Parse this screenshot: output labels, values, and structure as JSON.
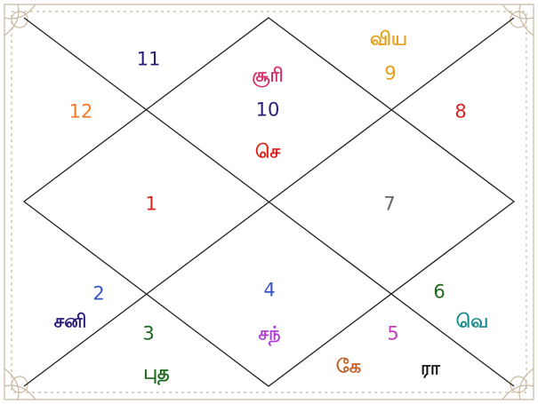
{
  "chart_data": {
    "type": "diagram",
    "title": "",
    "houses": [
      {
        "house": 1,
        "number": "1",
        "number_color": "#d7261e",
        "planets": []
      },
      {
        "house": 2,
        "number": "2",
        "number_color": "#3b55c8",
        "planets": [
          {
            "name": "சனி",
            "color": "#2b1a7a"
          }
        ]
      },
      {
        "house": 3,
        "number": "3",
        "number_color": "#1d6b1d",
        "planets": [
          {
            "name": "புத",
            "color": "#1d6b1d"
          }
        ]
      },
      {
        "house": 4,
        "number": "4",
        "number_color": "#3b55c8",
        "planets": [
          {
            "name": "சந்",
            "color": "#b03ed6"
          }
        ]
      },
      {
        "house": 5,
        "number": "5",
        "number_color": "#c83eb8",
        "planets": [
          {
            "name": "கே",
            "color": "#c0622a"
          },
          {
            "name": "ரா",
            "color": "#111111"
          }
        ]
      },
      {
        "house": 6,
        "number": "6",
        "number_color": "#1d6b1d",
        "planets": [
          {
            "name": "வெ",
            "color": "#148a8a"
          }
        ]
      },
      {
        "house": 7,
        "number": "7",
        "number_color": "#666666",
        "planets": []
      },
      {
        "house": 8,
        "number": "8",
        "number_color": "#d7261e",
        "planets": []
      },
      {
        "house": 9,
        "number": "9",
        "number_color": "#e3a01e",
        "planets": [
          {
            "name": "விய",
            "color": "#e3a01e"
          }
        ]
      },
      {
        "house": 10,
        "number": "10",
        "number_color": "#2b1a7a",
        "planets": [
          {
            "name": "சூரி",
            "color": "#d6336c"
          },
          {
            "name": "செ",
            "color": "#d7261e"
          }
        ]
      },
      {
        "house": 11,
        "number": "11",
        "number_color": "#2b1a7a",
        "planets": []
      },
      {
        "house": 12,
        "number": "12",
        "number_color": "#f07a2a",
        "planets": []
      }
    ]
  },
  "colors": {
    "lines": "#222222",
    "border_ornament": "#c9b8a0",
    "background": "#ffffff"
  }
}
